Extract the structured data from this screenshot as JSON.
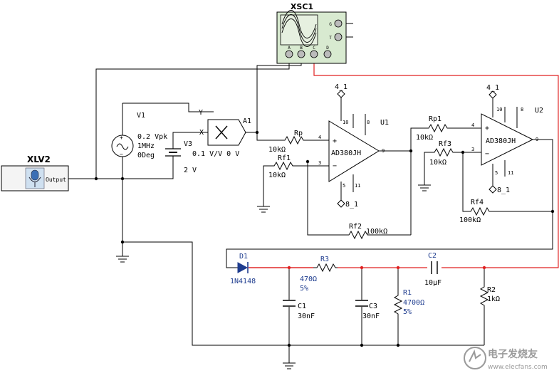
{
  "oscilloscope": {
    "label": "XSC1",
    "channels": [
      "A",
      "B",
      "C",
      "D"
    ],
    "side_terms": [
      "G",
      "T"
    ]
  },
  "word_gen": {
    "label": "XLV2",
    "output_label": "Output"
  },
  "source_v1": {
    "name": "V1",
    "amplitude": "0.2 Vpk",
    "frequency": "1MHz",
    "phase": "0Deg"
  },
  "source_v3": {
    "name": "V3",
    "value": "2 V"
  },
  "multiplier": {
    "name": "A1",
    "gain": "0.1 V/V 0 V",
    "input_y": "Y",
    "input_x": "X"
  },
  "amp1": {
    "name": "U1",
    "part": "AD380JH",
    "supply_top": "4_1",
    "supply_bottom": "8_1",
    "pins": {
      "p10": "10",
      "p8": "8",
      "p9": "9",
      "p4": "4",
      "p3": "3",
      "p5": "5",
      "p11": "11"
    }
  },
  "amp2": {
    "name": "U2",
    "part": "AD380JH",
    "supply_top": "4_1",
    "supply_bottom": "8_1",
    "pins": {
      "p10": "10",
      "p8": "8",
      "p9": "9",
      "p4": "4",
      "p3": "3",
      "p5": "5",
      "p11": "11"
    }
  },
  "resistors": {
    "rp": {
      "name": "Rp",
      "value": "10kΩ"
    },
    "rf1": {
      "name": "Rf1",
      "value": "10kΩ"
    },
    "rf2": {
      "name": "Rf2",
      "value": "100kΩ"
    },
    "rp1": {
      "name": "Rp1",
      "value": "10kΩ"
    },
    "rf3": {
      "name": "Rf3",
      "value": "10kΩ"
    },
    "rf4": {
      "name": "Rf4",
      "value": "100kΩ"
    },
    "r3": {
      "name": "R3",
      "value": "470Ω",
      "tol": "5%"
    },
    "r1": {
      "name": "R1",
      "value": "4700Ω",
      "tol": "5%"
    },
    "r2": {
      "name": "R2",
      "value": "1kΩ"
    }
  },
  "diode": {
    "name": "D1",
    "part": "1N4148"
  },
  "capacitors": {
    "c1": {
      "name": "C1",
      "value": "30nF"
    },
    "c3": {
      "name": "C3",
      "value": "30nF"
    },
    "c2": {
      "name": "C2",
      "value": "10µF"
    }
  },
  "signs": {
    "plus": "+",
    "minus": "−"
  },
  "watermark": {
    "line1": "电子发烧友",
    "line2": "www.elecfans.com"
  }
}
